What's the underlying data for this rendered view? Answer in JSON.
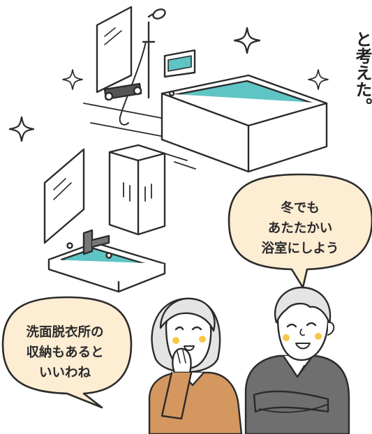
{
  "vertical_text": {
    "col1": "と考えた。",
    "col2": ""
  },
  "bubbles": {
    "right": {
      "lines": [
        "冬でも",
        "あたたかい",
        "浴室にしよう"
      ],
      "fill": "#fcedd3"
    },
    "left": {
      "lines": [
        "洗面脱衣所の",
        "収納もあると",
        "いいわね"
      ],
      "fill": "#fcedd3"
    }
  },
  "colors": {
    "water": "#5fc4c4",
    "outline": "#2b2b2b",
    "wife_sweater": "#d3975f",
    "husband_sweater": "#6f6f6f",
    "hair": "#e4e4e4",
    "cheek": "#f6c84a"
  },
  "icons": [
    "sparkle-icon",
    "sparkle-icon",
    "sparkle-icon",
    "sparkle-icon"
  ]
}
